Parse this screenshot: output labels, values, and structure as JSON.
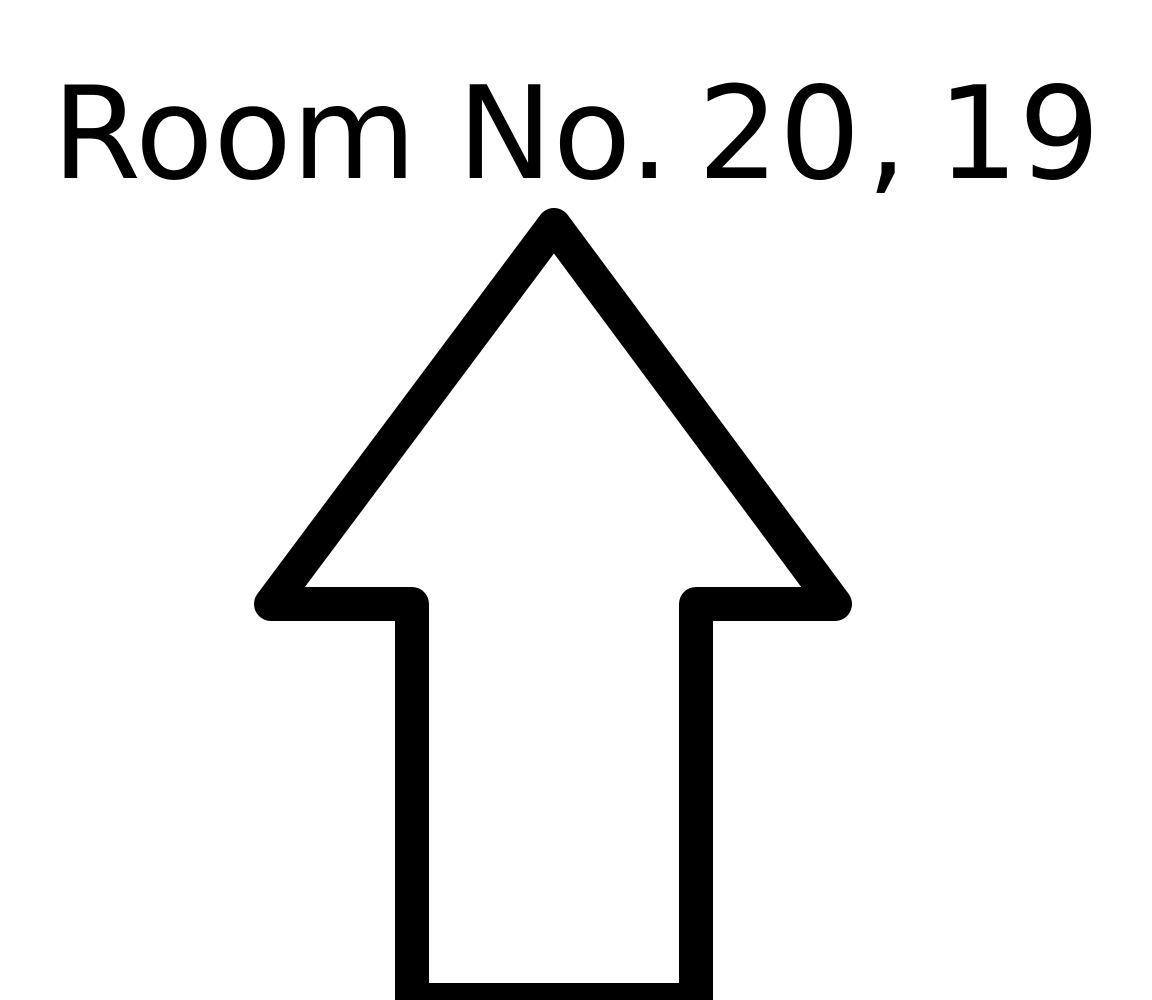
{
  "sign": {
    "label": "Room No.",
    "room_numbers": [
      "20",
      "19"
    ],
    "separator": ",",
    "arrow_icon": "up-arrow-icon",
    "colors": {
      "background": "#ffffff",
      "ink": "#000000"
    }
  }
}
